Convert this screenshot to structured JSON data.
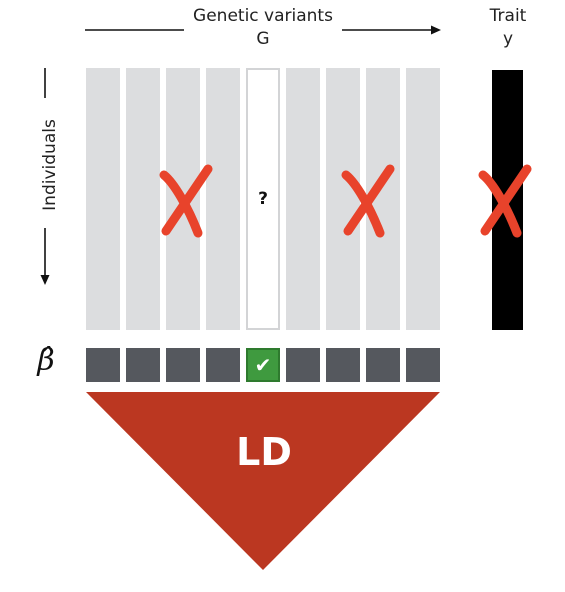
{
  "header": {
    "variants_label": "Genetic variants",
    "variants_symbol": "G",
    "trait_label": "Trait",
    "trait_symbol": "y"
  },
  "side": {
    "individuals_label": "Individuals",
    "beta_symbol": "β̂"
  },
  "matrix": {
    "columns": 9,
    "query_column_index": 4,
    "query_mark": "?"
  },
  "beta_row": {
    "check_mark": "✔"
  },
  "ld": {
    "label": "LD"
  },
  "colors": {
    "column_fill": "#dcdddf",
    "beta_cell": "#55585e",
    "check_green": "#3f9a3f",
    "cross_red": "#e8432b",
    "ld_triangle": "#bb3721",
    "trait_bar": "#000000"
  },
  "icons": [
    "cross-icon",
    "check-icon",
    "arrow-right-icon",
    "arrow-up-icon",
    "arrow-down-icon"
  ]
}
